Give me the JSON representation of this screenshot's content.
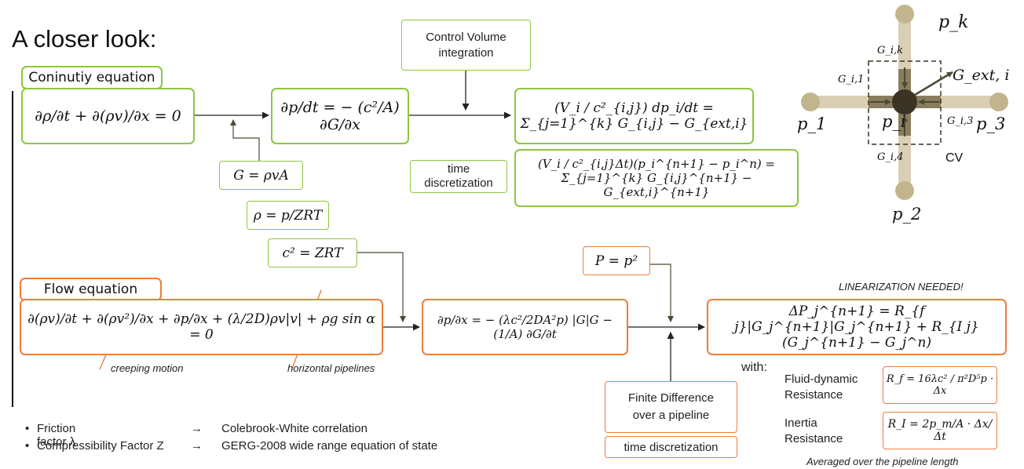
{
  "title": "A closer look:",
  "continuity": {
    "label": "Coninutiy equation",
    "eq_main": "∂ρ/∂t + ∂(ρv)/∂x = 0",
    "eq_dp": "∂p/dt = − (c²/A) ∂G/∂x",
    "eq_cv": "(V_i / c²_{i,j}) dp_i/dt = Σ_{j=1}^{k} G_{i,j} − G_{ext,i}",
    "eq_disc": "(V_i / c²_{i,j}Δt)(p_i^{n+1} − p_i^n) = Σ_{j=1}^{k} G_{i,j}^{n+1} − G_{ext,i}^{n+1}",
    "eq_G": "G = ρvA",
    "eq_rho": "ρ = p/ZRT",
    "eq_c2": "c² = ZRT",
    "cv_integration": "Control Volume integration",
    "time_discretization": "time discretization"
  },
  "flow": {
    "label": "Flow equation",
    "eq_main": "∂(ρv)/∂t + ∂(ρv²)/∂x + ∂p/∂x + (λ/2D)ρv|v| + ρg sin α = 0",
    "eq_dpdx": "∂p/∂x = − (λc²/2DA²p) |G|G − (1/A) ∂G/∂t",
    "eq_P": "P = p²",
    "eq_lin": "ΔP_j^{n+1} = R_{f j}|G_j^{n+1}|G_j^{n+1} + R_{I j}(G_j^{n+1} − G_j^n)",
    "creeping": "creeping motion",
    "horizontal": "horizontal pipelines",
    "linearization": "LINEARIZATION NEEDED!",
    "finite_difference": "Finite Difference over a pipeline",
    "time_discretization": "time discretization",
    "with": "with:",
    "fluid_label": "Fluid-dynamic Resistance",
    "fluid_eq": "R_f = 16λc² / π²D⁵p · Δx",
    "inertia_label": "Inertia Resistance",
    "inertia_eq": "R_I = 2p_m/A · Δx/Δt",
    "averaged": "Averaged over the pipeline length"
  },
  "bullets": [
    {
      "left": "Friction factor λ",
      "arrow": "→",
      "right": "Colebrook-White correlation"
    },
    {
      "left": "Compressibility Factor Z",
      "arrow": "→",
      "right": "GERG-2008 wide range equation of state"
    }
  ],
  "node_diagram": {
    "p_k": "p_k",
    "p_1": "p_1",
    "p_3": "p_3",
    "p_2": "p_2",
    "p_i": "p_i",
    "G_ik": "G_i,k",
    "G_i1": "G_i,1",
    "G_i3": "G_i,3",
    "G_i4": "G_i,4",
    "G_ext": "G_ext, i",
    "cv": "CV"
  },
  "colors": {
    "green": "#8dc63f",
    "orange": "#ef7d3c",
    "arrow": "#4a4a36",
    "node": "#3b3324",
    "pipe": "#d9cfb4"
  }
}
